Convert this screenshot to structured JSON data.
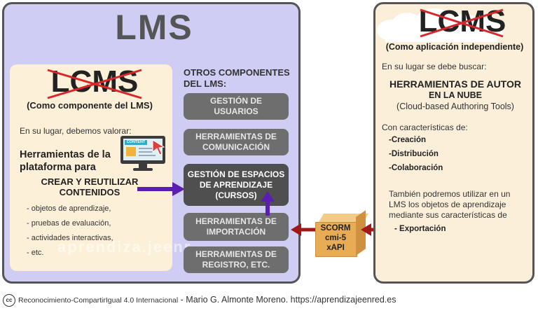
{
  "lms": {
    "title": "LMS",
    "lcms_crossed": "LCMS",
    "lcms_sub": "(Como componente del LMS)",
    "instead_label": "En su lugar, debemos valorar:",
    "tools_heading": "Herramientas de la plataforma para",
    "create_reuse": "CREAR Y REUTILIZAR CONTENIDOS",
    "content_label": "CONTENT",
    "items": [
      "- objetos de aprendizaje,",
      "- pruebas de evaluación,",
      "- actividades interactivas,",
      "- etc."
    ],
    "watermark": "aprendiza.jeenr"
  },
  "components": {
    "heading": "OTROS COMPONENTES DEL LMS:",
    "buttons": [
      "GESTIÓN DE\nUSUARIOS",
      "HERRAMIENTAS DE\nCOMUNICACIÓN",
      "GESTIÓN DE ESPACIOS\nDE APRENDIZAJE\n(CURSOS)",
      "HERRAMIENTAS DE\nIMPORTACIÓN",
      "HERRAMIENTAS DE\nREGISTRO, ETC."
    ]
  },
  "package": {
    "lines": [
      "SCORM",
      "cmi-5",
      "xAPI"
    ]
  },
  "lcms_app": {
    "title": "LCMS",
    "subtitle": "(Como aplicación independiente)",
    "instead_label": "En su lugar se debe buscar:",
    "heading1": "HERRAMIENTAS DE AUTOR",
    "heading2": "EN LA NUBE",
    "heading3": "(Cloud-based Authoring Tools)",
    "features_label": "Con características de:",
    "features": [
      "-Creación",
      "-Distribución",
      "-Colaboración"
    ],
    "also_text": "También podremos utilizar en un LMS los objetos de aprendizaje mediante sus características de",
    "export_label": "- Exportación"
  },
  "footer": {
    "license": "Reconocimiento-CompartirIgual 4.0 Internacional",
    "author": " - Mario G. Almonte Moreno. https://aprendizajeenred.es"
  },
  "colors": {
    "lms_bg": "#cfcdf4",
    "lcms_bg": "#fbefd9",
    "button_gray": "#6e6e6e",
    "arrow_red": "#a01818",
    "arrow_purple": "#5a1fb0",
    "cross_red": "#d9262a"
  }
}
